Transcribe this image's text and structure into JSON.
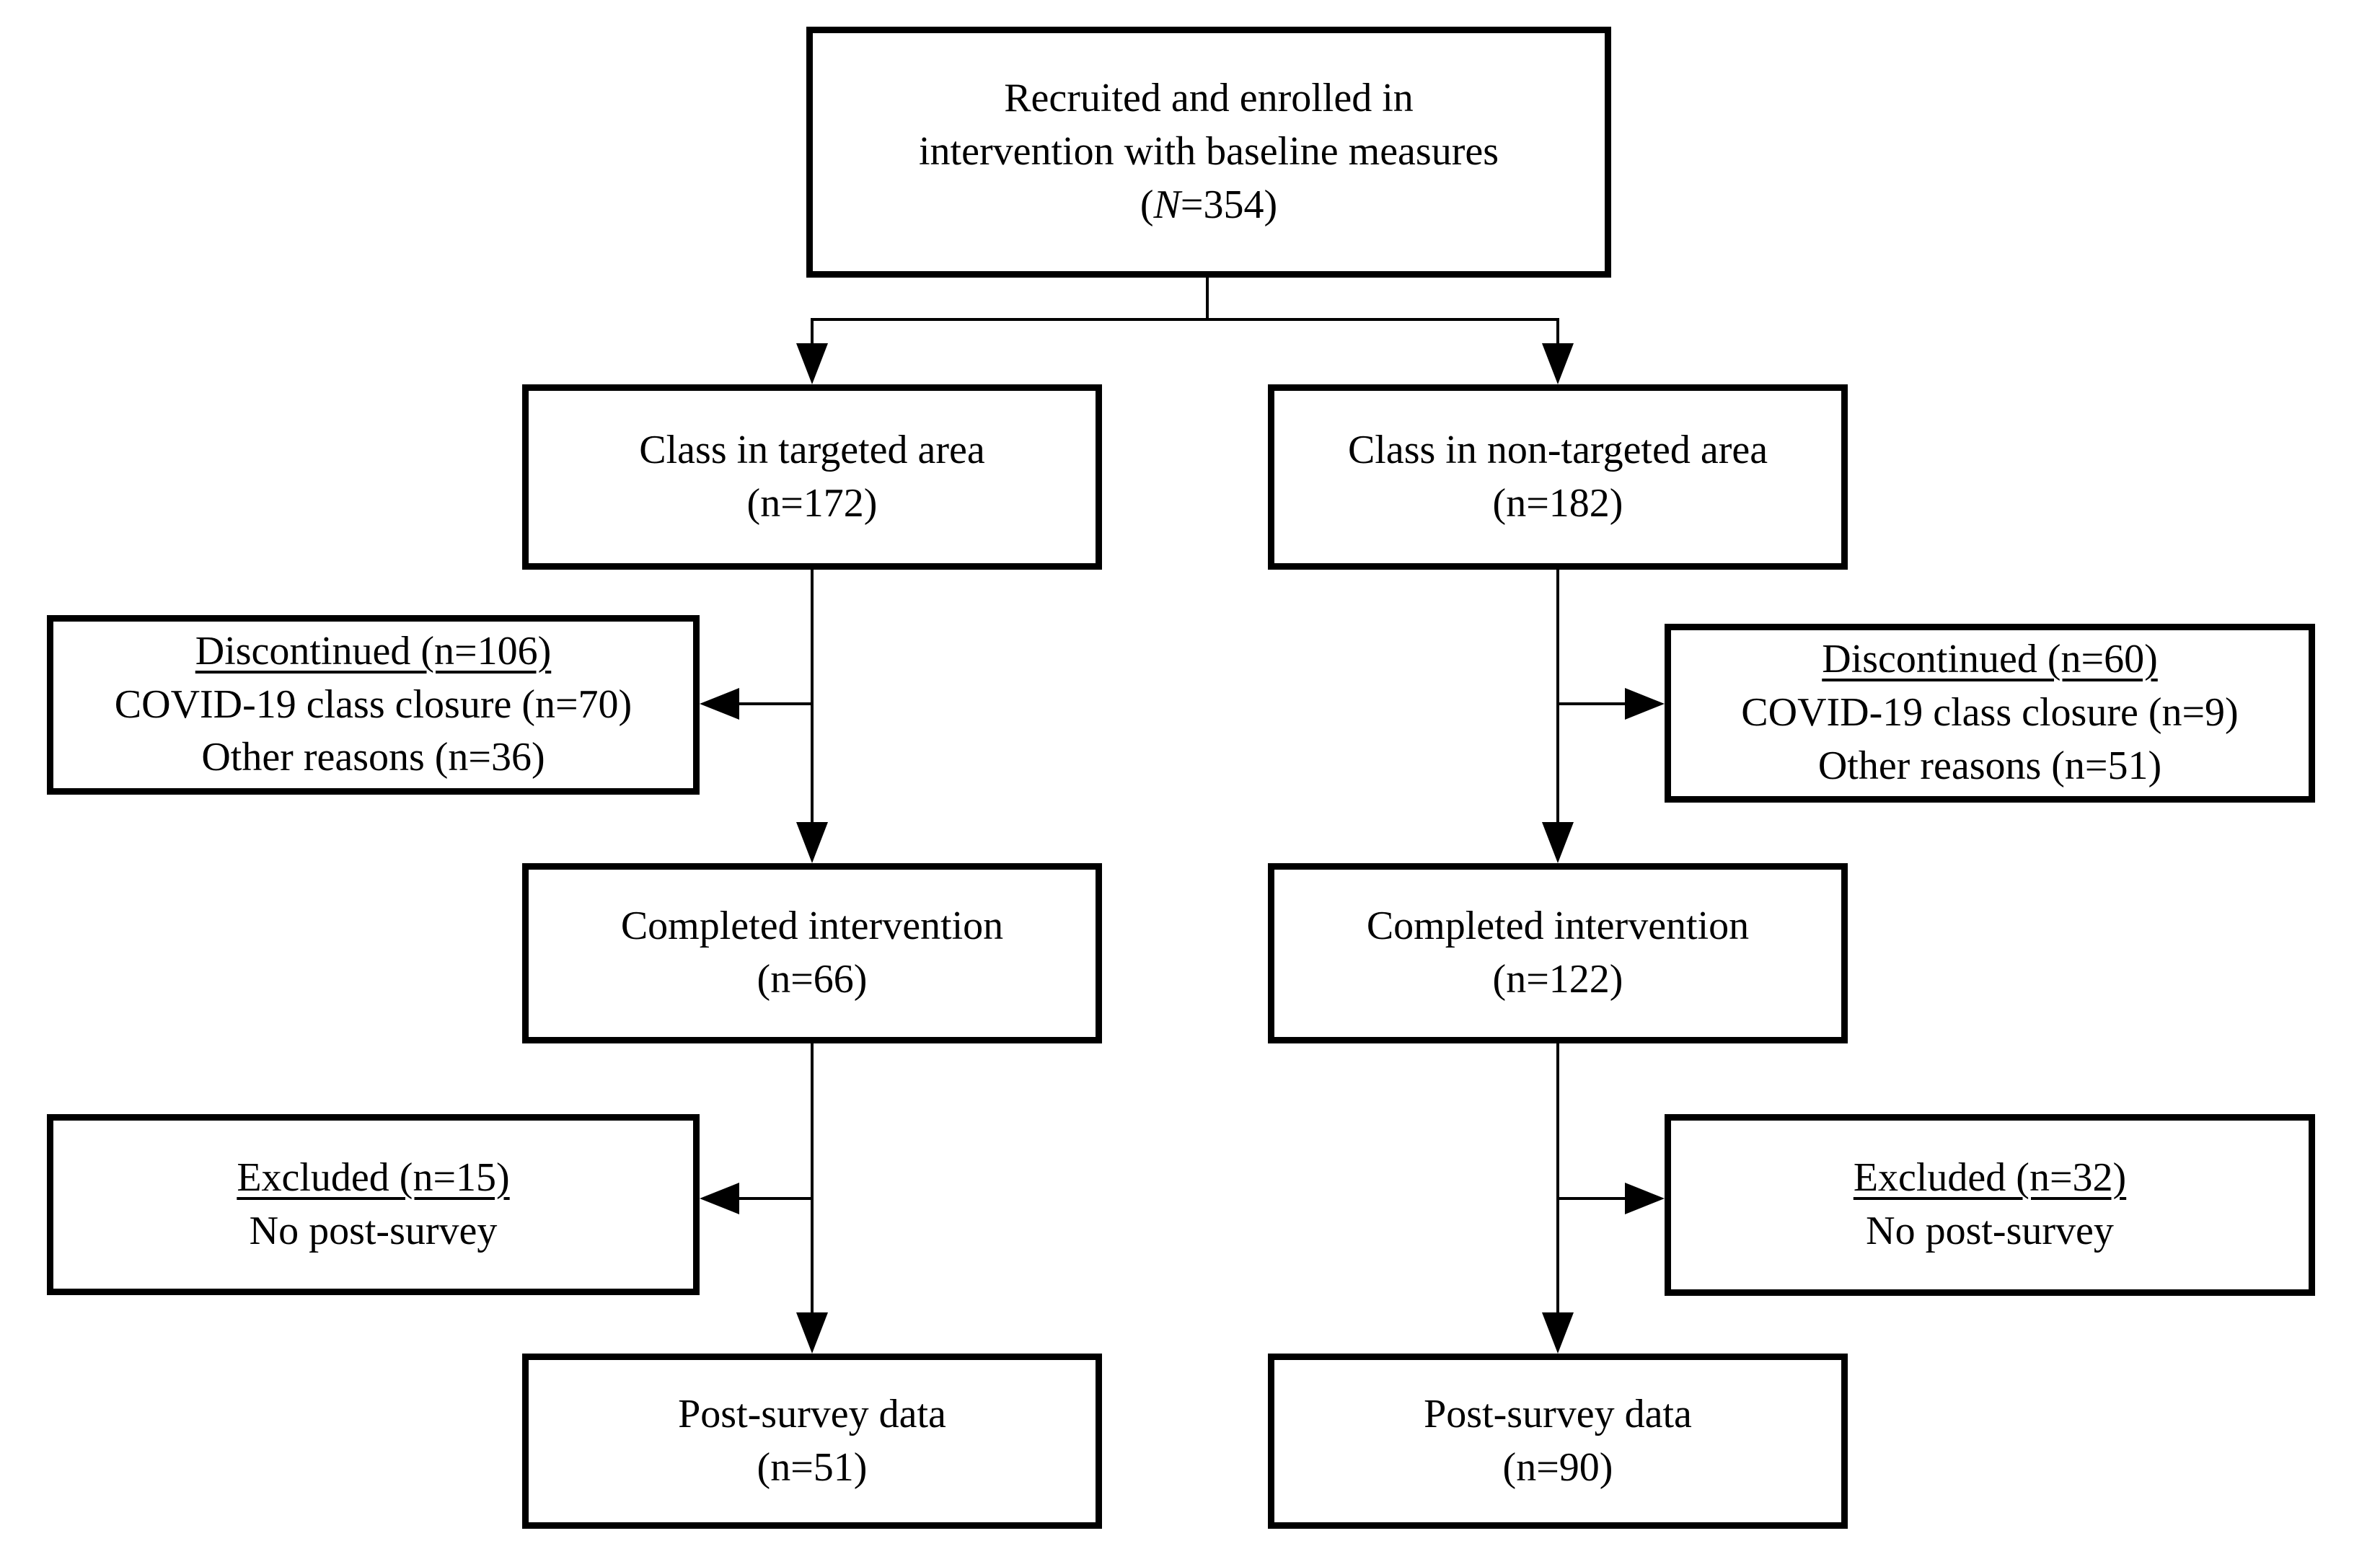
{
  "colors": {
    "background": "#ffffff",
    "line": "#000000",
    "text": "#000000"
  },
  "nodes": {
    "enrolled": {
      "line1": "Recruited and enrolled in",
      "line2": "intervention with baseline measures",
      "count_open": "(",
      "count_symbol": "N",
      "count_rest": "=354)"
    },
    "class_targeted": {
      "line1": "Class in targeted area",
      "line2": "(n=172)"
    },
    "class_non_targeted": {
      "line1": "Class in non-targeted area",
      "line2": "(n=182)"
    },
    "discontinued_targeted": {
      "header": "Discontinued (n=106)",
      "reason1": "COVID-19 class closure (n=70)",
      "reason2": "Other reasons (n=36)"
    },
    "discontinued_non_targeted": {
      "header": "Discontinued (n=60)",
      "reason1": "COVID-19 class closure (n=9)",
      "reason2": "Other reasons (n=51)"
    },
    "completed_targeted": {
      "line1": "Completed intervention",
      "line2": "(n=66)"
    },
    "completed_non_targeted": {
      "line1": "Completed intervention",
      "line2": "(n=122)"
    },
    "excluded_targeted": {
      "header": "Excluded (n=15)",
      "reason1": "No post-survey"
    },
    "excluded_non_targeted": {
      "header": "Excluded (n=32)",
      "reason1": "No post-survey"
    },
    "post_survey_targeted": {
      "line1": "Post-survey data",
      "line2": "(n=51)"
    },
    "post_survey_non_targeted": {
      "line1": "Post-survey data",
      "line2": "(n=90)"
    }
  }
}
